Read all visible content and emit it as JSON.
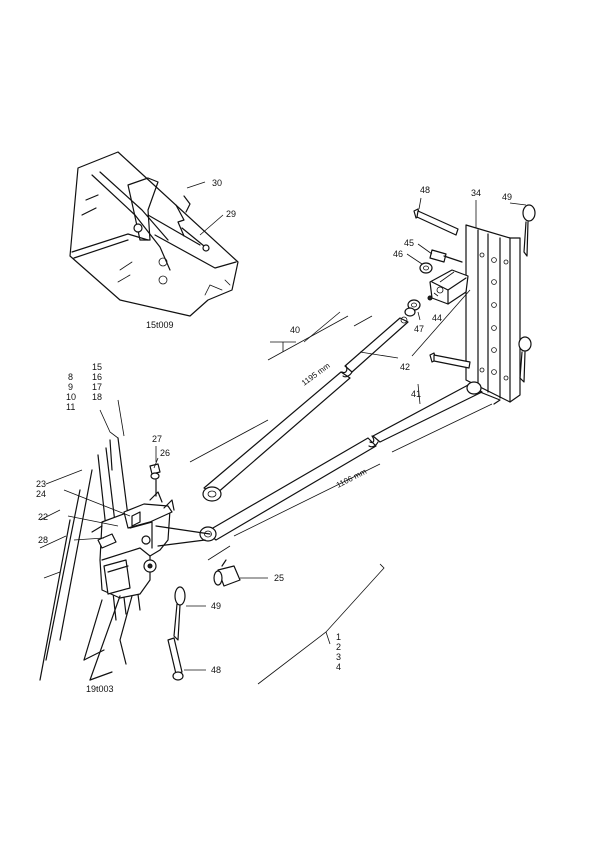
{
  "callouts": {
    "c30": "30",
    "c29": "29",
    "c15t009": "15t009",
    "c48a": "48",
    "c34": "34",
    "c49a": "49",
    "c45": "45",
    "c46": "46",
    "c40": "40",
    "c47": "47",
    "c44": "44",
    "c42": "42",
    "c41": "41",
    "c8": "8",
    "c9": "9",
    "c10": "10",
    "c11": "11",
    "c15": "15",
    "c16": "16",
    "c17": "17",
    "c18": "18",
    "c27": "27",
    "c26": "26",
    "c23": "23",
    "c24": "24",
    "c22": "22",
    "c28": "28",
    "c25": "25",
    "c49b": "49",
    "c48b": "48",
    "c1": "1",
    "c2": "2",
    "c3": "3",
    "c4": "4",
    "c19t003": "19t003"
  },
  "dimensions": {
    "upper_bar": "1195 mm",
    "lower_bar": "1106 mm"
  }
}
